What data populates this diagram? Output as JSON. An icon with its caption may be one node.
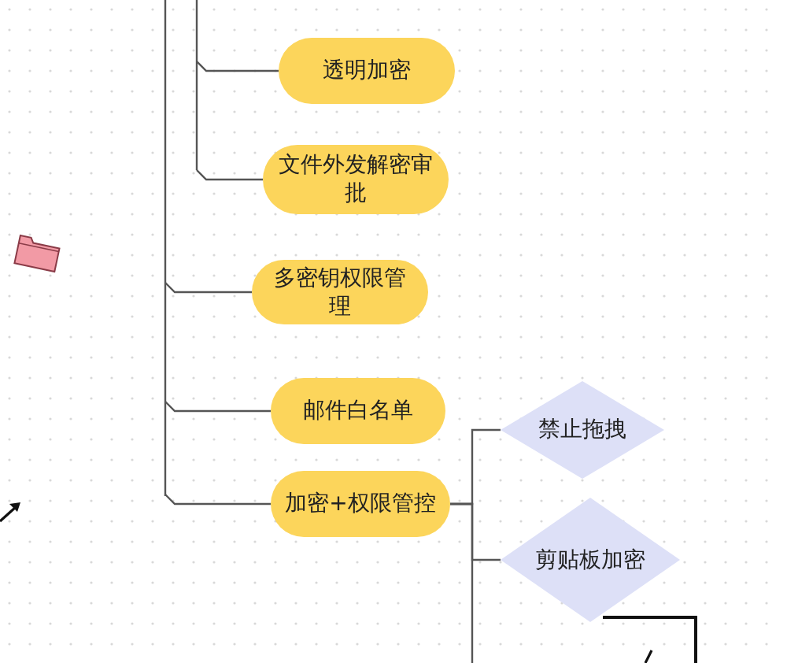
{
  "diagram": {
    "nodes": [
      {
        "text": [
          "透明加密"
        ]
      },
      {
        "text": [
          "文件外发解密审批"
        ]
      },
      {
        "text": [
          "多密钥权限管理"
        ]
      },
      {
        "text": [
          "邮件白名单"
        ]
      },
      {
        "text": [
          "加密+权限管控"
        ]
      },
      {
        "text": [
          "禁止拖拽"
        ]
      },
      {
        "text": [
          "剪贴板加密"
        ]
      }
    ],
    "edges": [
      {
        "from": null,
        "to": 0,
        "arrow": "none"
      },
      {
        "from": null,
        "to": 1,
        "arrow": "none"
      },
      {
        "from": null,
        "to": 2,
        "arrow": "none"
      },
      {
        "from": null,
        "to": 3,
        "arrow": "none"
      },
      {
        "from": null,
        "to": 4,
        "arrow": "none"
      },
      {
        "from": 4,
        "to": 5,
        "arrow": "none"
      },
      {
        "from": 4,
        "to": 6,
        "arrow": "none"
      },
      {
        "from": 4,
        "to": null,
        "arrow": "none"
      }
    ]
  }
}
